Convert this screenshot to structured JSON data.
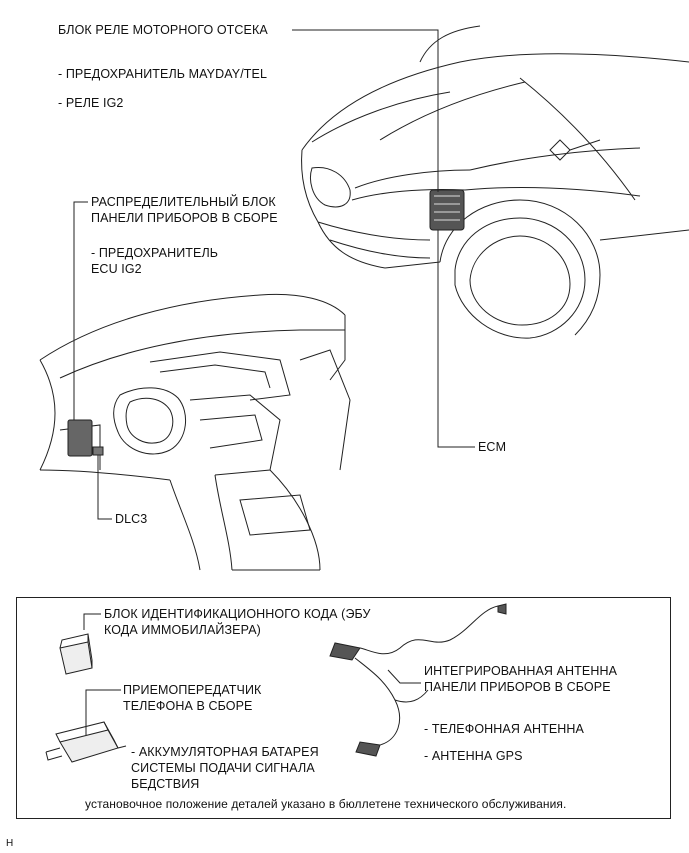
{
  "labels": {
    "engine_relay_block": "БЛОК РЕЛЕ МОТОРНОГО ОТСЕКА",
    "fuse_mayday": "- ПРЕДОХРАНИТЕЛЬ MAYDAY/TEL",
    "relay_ig2": "- РЕЛЕ IG2",
    "instrument_junction_line1": "РАСПРЕДЕЛИТЕЛЬНЫЙ БЛОК",
    "instrument_junction_line2": "ПАНЕЛИ ПРИБОРОВ В СБОРЕ",
    "fuse_ecu_line1": "- ПРЕДОХРАНИТЕЛЬ",
    "fuse_ecu_line2": "ECU IG2",
    "ecm": "ECM",
    "dlc3": "DLC3"
  },
  "inset": {
    "id_code_box_line1": "БЛОК ИДЕНТИФИКАЦИОННОГО КОДА (ЭБУ",
    "id_code_box_line2": "КОДА ИММОБИЛАЙЗЕРА)",
    "transceiver_line1": "ПРИЕМОПЕРЕДАТЧИК",
    "transceiver_line2": "ТЕЛЕФОНА В СБОРЕ",
    "battery_line1": "- АККУМУЛЯТОРНАЯ БАТАРЕЯ",
    "battery_line2": "СИСТЕМЫ ПОДАЧИ СИГНАЛА",
    "battery_line3": "БЕДСТВИЯ",
    "antenna_line1": "ИНТЕГРИРОВАННАЯ АНТЕННА",
    "antenna_line2": "ПАНЕЛИ ПРИБОРОВ В СБОРЕ",
    "phone_antenna": "- ТЕЛЕФОННАЯ АНТЕННА",
    "gps_antenna": "- АНТЕННА GPS",
    "footnote": "установочное положение деталей указано в бюллетене технического обслуживания."
  },
  "corner_mark": "H"
}
